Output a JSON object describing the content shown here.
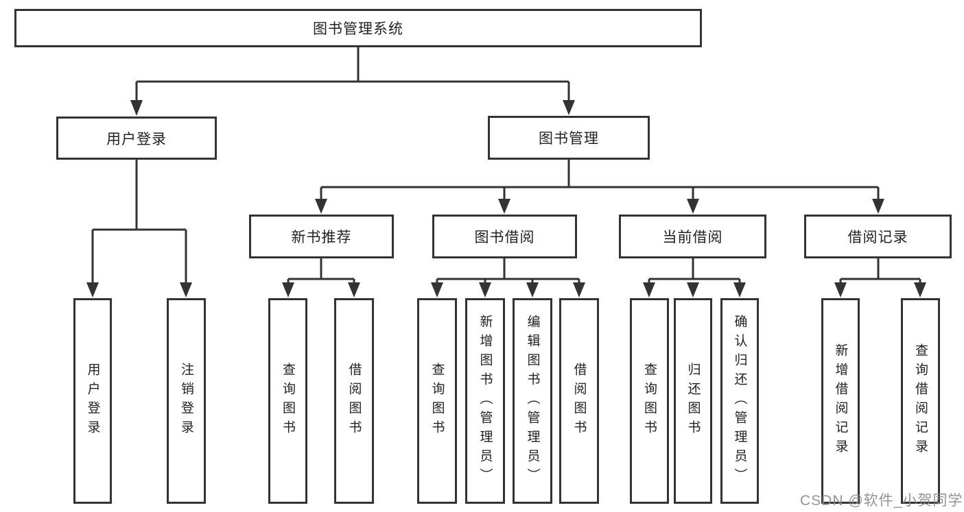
{
  "diagram_title": "图书管理系统",
  "colors": {
    "line": "#333333",
    "box_border": "#333333",
    "text": "#222222",
    "watermark": "#8a8a8a",
    "background": "#ffffff"
  },
  "tree": {
    "root": {
      "label": "图书管理系统"
    },
    "branches": [
      {
        "label": "用户登录",
        "children": [
          {
            "label": "用户登录"
          },
          {
            "label": "注销登录"
          }
        ]
      },
      {
        "label": "图书管理",
        "children": [
          {
            "label": "新书推荐",
            "children": [
              {
                "label": "查询图书"
              },
              {
                "label": "借阅图书"
              }
            ]
          },
          {
            "label": "图书借阅",
            "children": [
              {
                "label": "查询图书"
              },
              {
                "label": "新增图书（管理员）"
              },
              {
                "label": "编辑图书（管理员）"
              },
              {
                "label": "借阅图书"
              }
            ]
          },
          {
            "label": "当前借阅",
            "children": [
              {
                "label": "查询图书"
              },
              {
                "label": "归还图书"
              },
              {
                "label": "确认归还（管理员）"
              }
            ]
          },
          {
            "label": "借阅记录",
            "children": [
              {
                "label": "新增借阅记录"
              },
              {
                "label": "查询借阅记录"
              }
            ]
          }
        ]
      }
    ]
  },
  "watermark": {
    "text": "CSDN @软件_小贺同学"
  }
}
